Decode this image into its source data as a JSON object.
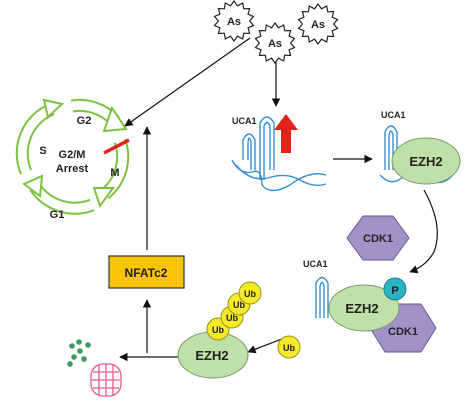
{
  "arsenic": {
    "label": "As"
  },
  "cell_cycle": {
    "phase_g2": "G2",
    "phase_s": "S",
    "phase_m": "M",
    "phase_g1": "G1",
    "center_line1": "G2/M",
    "center_line2": "Arrest",
    "ring_color": "#7cc242",
    "arrest_bar_color": "#e2231a"
  },
  "uca1": {
    "label": "UCA1",
    "label_complex": "UCA1",
    "label_phospho": "UCA1",
    "rna_color": "#3a8fd0",
    "up_arrow_color": "#e2231a"
  },
  "ezh2": {
    "label": "EZH2",
    "color": "#bfe0a8"
  },
  "cdk1": {
    "label": "CDK1",
    "color": "#a392c8"
  },
  "phospho": {
    "label": "P",
    "color": "#2ab3c4"
  },
  "ubiquitin": {
    "label": "Ub",
    "color": "#f3ea2a"
  },
  "nfatc2": {
    "label": "NFATc2",
    "color": "#f9c400"
  },
  "proteasome": {
    "color": "#e85c8a"
  },
  "fragments": {
    "color": "#3a9a5a"
  }
}
